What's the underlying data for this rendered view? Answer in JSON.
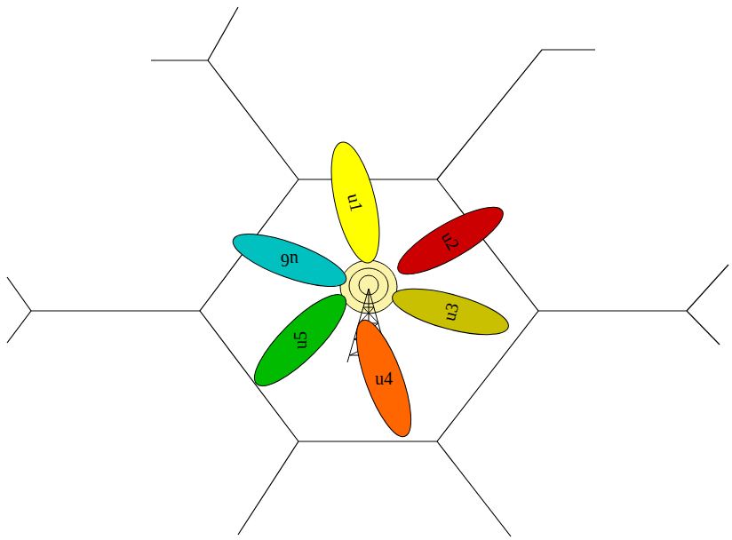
{
  "diagram": {
    "nodes": [
      {
        "text": [
          "u1"
        ]
      },
      {
        "text": [
          "u2"
        ]
      },
      {
        "text": [
          "u3"
        ]
      },
      {
        "text": [
          "u4"
        ]
      },
      {
        "text": [
          "u5"
        ]
      },
      {
        "text": [
          "u6"
        ]
      }
    ]
  }
}
